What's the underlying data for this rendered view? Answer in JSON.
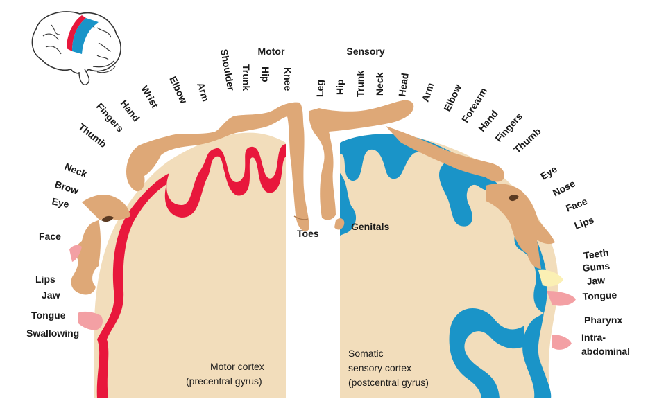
{
  "colors": {
    "motor_cortex": "#e8173c",
    "sensory_cortex": "#1a94c8",
    "brain_fill": "#f2ddbb",
    "body_skin": "#dea877",
    "tongue": "#f3a0a4",
    "teeth": "#fbf0b4"
  },
  "titles": {
    "motor": "Motor",
    "sensory": "Sensory"
  },
  "motor_labels": [
    "Knee",
    "Hip",
    "Trunk",
    "Shoulder",
    "Arm",
    "Elbow",
    "Wrist",
    "Hand",
    "Fingers",
    "Thumb",
    "Neck",
    "Brow",
    "Eye",
    "Face",
    "Lips",
    "Jaw",
    "Tongue",
    "Swallowing",
    "Toes"
  ],
  "sensory_labels": [
    "Leg",
    "Hip",
    "Trunk",
    "Neck",
    "Head",
    "Arm",
    "Elbow",
    "Forearm",
    "Hand",
    "Fingers",
    "Thumb",
    "Eye",
    "Nose",
    "Face",
    "Lips",
    "Teeth",
    "Gums",
    "Jaw",
    "Tongue",
    "Pharynx",
    "Intra-",
    "abdominal",
    "Genitals"
  ],
  "captions": {
    "motor_line1": "Motor cortex",
    "motor_line2": "(precentral gyrus)",
    "sensory_line1": "Somatic",
    "sensory_line2": "sensory cortex",
    "sensory_line3": "(postcentral gyrus)"
  },
  "icons": {
    "brain_thumbnail": "brain-icon"
  }
}
